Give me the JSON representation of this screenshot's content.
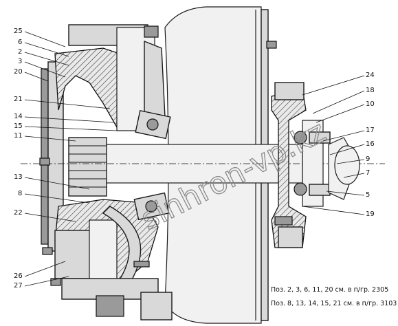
{
  "callouts": {
    "c25": "25",
    "c6": "6",
    "c2": "2",
    "c3": "3",
    "c20": "20",
    "c21": "21",
    "c14": "14",
    "c15": "15",
    "c11": "11",
    "c13": "13",
    "c8": "8",
    "c22": "22",
    "c26": "26",
    "c27": "27",
    "c24": "24",
    "c18": "18",
    "c10": "10",
    "c17": "17",
    "c16": "16",
    "c9": "9",
    "c7": "7",
    "c5": "5",
    "c19": "19"
  },
  "notes": {
    "line1": "Поз. 2, 3, 6, 11, 20 см. в п/гр. 2305",
    "line2": "Поз. 8, 13, 14, 15, 21 см. в п/гр. 3103"
  },
  "watermark": "sinhron-vp.kz"
}
